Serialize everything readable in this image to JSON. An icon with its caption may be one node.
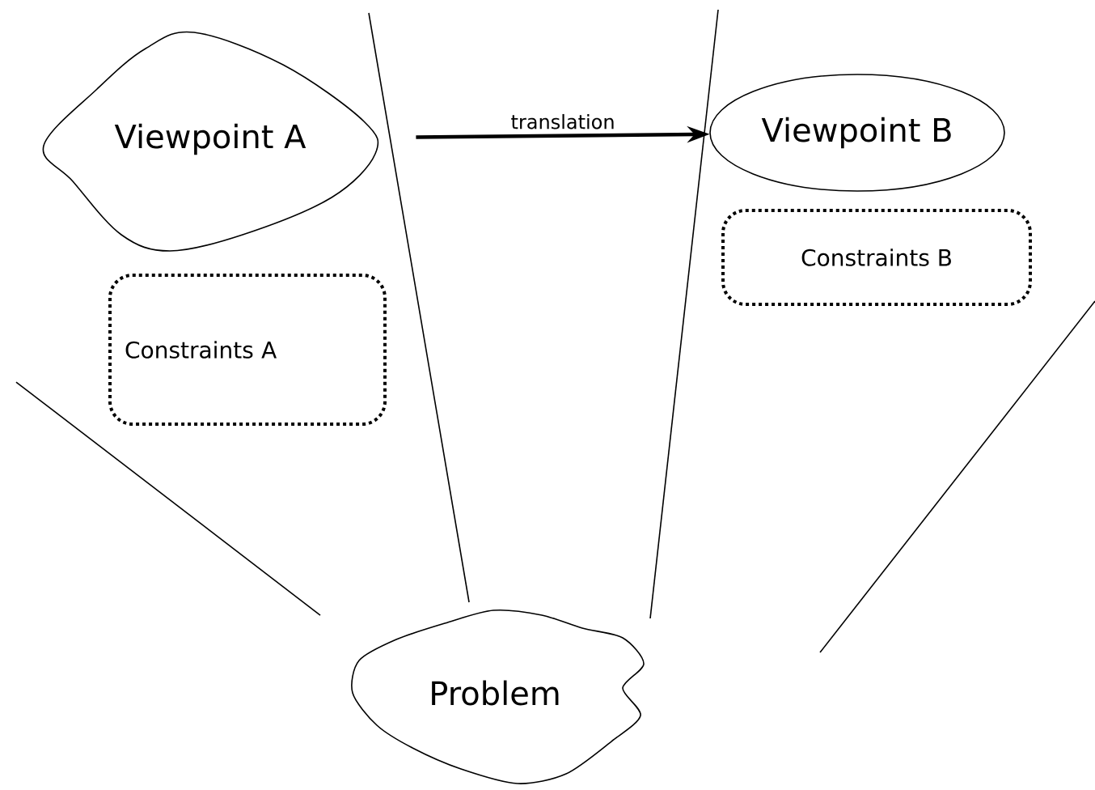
{
  "diagram": {
    "nodes": [
      {
        "text": [
          "Viewpoint A"
        ]
      },
      {
        "text": [
          "Constraints A"
        ]
      },
      {
        "text": [
          "Viewpoint B"
        ]
      },
      {
        "text": [
          "Constraints B"
        ]
      },
      {
        "text": [
          "Problem"
        ]
      }
    ],
    "edges": [
      {
        "from": 0,
        "to": 2,
        "arrow": "to",
        "label": "translation"
      }
    ]
  }
}
